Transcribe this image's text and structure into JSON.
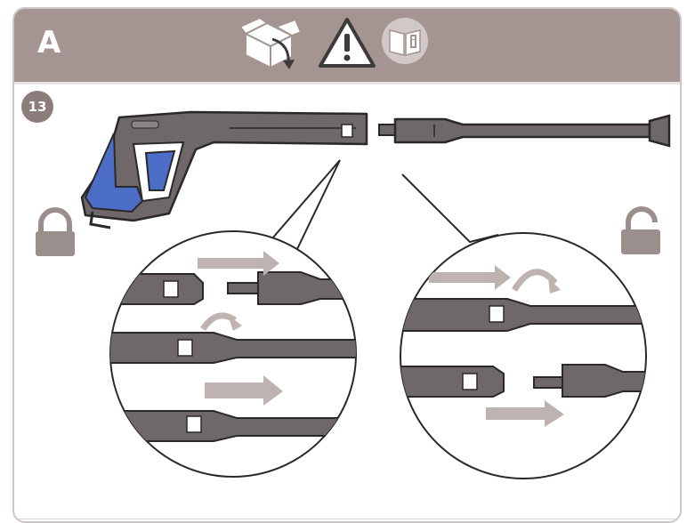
{
  "header": {
    "section_letter": "A",
    "icons": [
      "unpack-box-icon",
      "warning-triangle-icon",
      "manual-info-icon"
    ]
  },
  "step": {
    "number": "13"
  },
  "colors": {
    "header_bg": "#a49492",
    "badge_bg": "#8c7d7c",
    "part_gray": "#6e6968",
    "grip_blue": "#4d6ec6",
    "arrow_tint": "#bfb3b1",
    "lock_gray": "#9b8f8e"
  },
  "illustration": {
    "items": [
      "trigger-gun",
      "extension-lance",
      "locked-padlock-icon",
      "unlocked-padlock-icon",
      "lock-detail-circle",
      "unlock-detail-circle"
    ]
  }
}
